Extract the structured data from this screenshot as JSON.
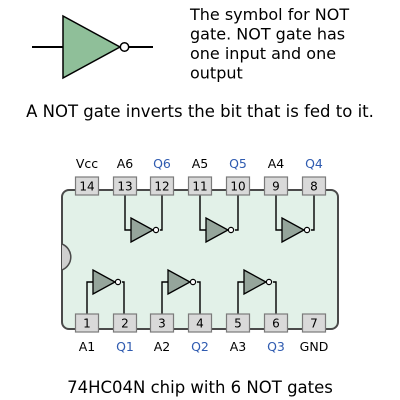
{
  "symbol_description": [
    "The symbol for NOT",
    "gate. NOT gate has",
    "one input and one",
    "output"
  ],
  "explanation": "A NOT gate inverts the bit that is fed to it.",
  "chip": {
    "caption": "74HC04N chip with 6 NOT gates",
    "top_pins": [
      {
        "number": "14",
        "label": "Vcc",
        "kind": "power"
      },
      {
        "number": "13",
        "label": "A6",
        "kind": "input"
      },
      {
        "number": "12",
        "label": "Q6",
        "kind": "output"
      },
      {
        "number": "11",
        "label": "A5",
        "kind": "input"
      },
      {
        "number": "10",
        "label": "Q5",
        "kind": "output"
      },
      {
        "number": "9",
        "label": "A4",
        "kind": "input"
      },
      {
        "number": "8",
        "label": "Q4",
        "kind": "output"
      }
    ],
    "bottom_pins": [
      {
        "number": "1",
        "label": "A1",
        "kind": "input"
      },
      {
        "number": "2",
        "label": "Q1",
        "kind": "output"
      },
      {
        "number": "3",
        "label": "A2",
        "kind": "input"
      },
      {
        "number": "4",
        "label": "Q2",
        "kind": "output"
      },
      {
        "number": "5",
        "label": "A3",
        "kind": "input"
      },
      {
        "number": "6",
        "label": "Q3",
        "kind": "output"
      },
      {
        "number": "7",
        "label": "GND",
        "kind": "ground"
      }
    ]
  },
  "colors": {
    "background": "#ffffff",
    "text": "#000000",
    "output_label": "#2f5bb0",
    "chip_body": "#e2f1e8",
    "chip_border": "#4a4a4a",
    "pin_fill": "#d9d9d9",
    "pin_border": "#7a7a7a",
    "gate_fill_large": "#8fbf99",
    "gate_fill_small": "#95a59b",
    "wire": "#000000"
  }
}
